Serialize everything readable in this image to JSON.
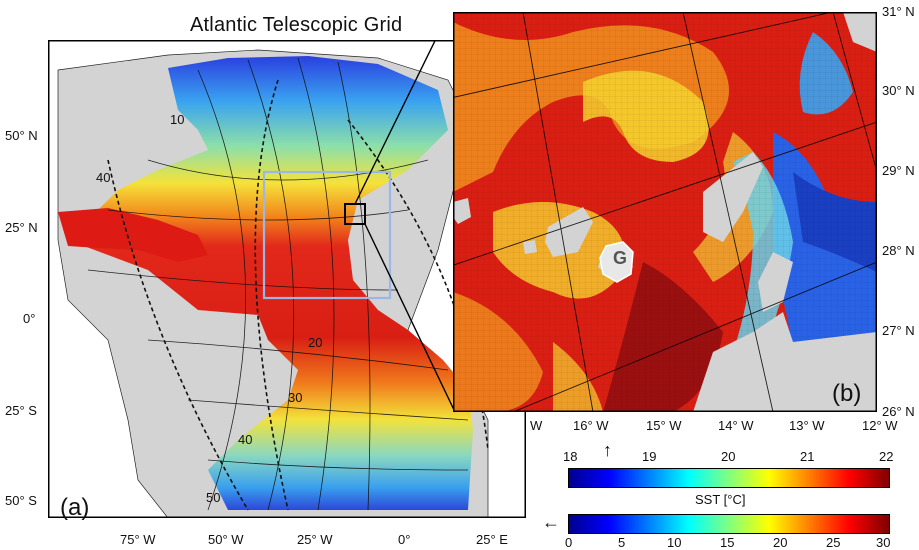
{
  "title": "Atlantic Telescopic Grid",
  "panel_a": {
    "label": "(a)",
    "lat_labels": [
      "50° N",
      "25° N",
      "0°",
      "25° S",
      "50° S"
    ],
    "lon_labels": [
      "75° W",
      "50° W",
      "25° W",
      "0°",
      "25° E"
    ],
    "contour_labels": [
      "10",
      "40",
      "20",
      "30",
      "40",
      "50"
    ]
  },
  "panel_b": {
    "label": "(b)",
    "marker": "G",
    "lat_labels": [
      "31° N",
      "30° N",
      "29° N",
      "28° N",
      "27° N",
      "26° N"
    ],
    "lon_labels": [
      "W",
      "16° W",
      "15° W",
      "14° W",
      "13° W",
      "12° W"
    ]
  },
  "colorbar_top": {
    "ticks": [
      "18",
      "19",
      "20",
      "21",
      "22"
    ],
    "label": "SST [°C]",
    "arrow": "↑",
    "range": [
      18,
      22
    ]
  },
  "colorbar_bottom": {
    "ticks": [
      "0",
      "5",
      "10",
      "15",
      "20",
      "25",
      "30"
    ],
    "arrow": "←",
    "range": [
      0,
      30
    ]
  },
  "colors": {
    "land": "#d3d3d3",
    "ocean_warm": "#c0140c",
    "ocean_cold": "#1f4fd8",
    "overlay_box": "#9ab7e8"
  }
}
